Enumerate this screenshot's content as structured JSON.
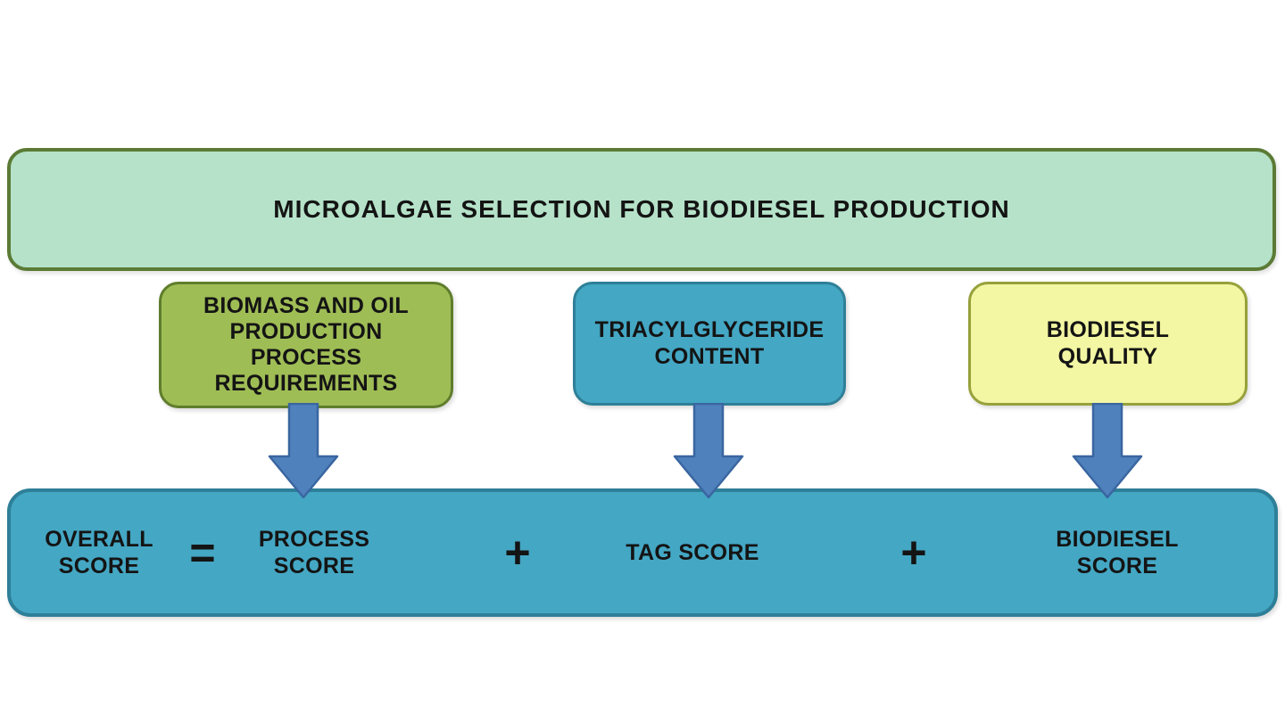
{
  "title": {
    "label": "MICROALGAE SELECTION FOR BIODIESEL PRODUCTION"
  },
  "criteria": [
    {
      "id": "biomass-and-oil",
      "lines": [
        "BIOMASS AND OIL",
        "PRODUCTION",
        "PROCESS",
        "REQUIREMENTS"
      ]
    },
    {
      "id": "triacylglyceride",
      "lines": [
        "TRIACYLGLYCERIDE",
        "CONTENT"
      ]
    },
    {
      "id": "biodiesel-quality",
      "lines": [
        "BIODIESEL",
        "QUALITY"
      ]
    }
  ],
  "equation": {
    "result_lines": [
      "OVERALL",
      "SCORE"
    ],
    "equals_sign": "=",
    "plus_sign": "+",
    "terms": [
      {
        "lines": [
          "PROCESS",
          "SCORE"
        ]
      },
      {
        "lines": [
          "TAG SCORE"
        ]
      },
      {
        "lines": [
          "BIODIESEL",
          "SCORE"
        ]
      }
    ]
  },
  "colors": {
    "background": "#ffffff",
    "title_fill": "#b5e2c9",
    "title_border": "#5b7b35",
    "biomass_fill": "#9fbd55",
    "biomass_border": "#5f7d2c",
    "teal_fill": "#44a7c4",
    "teal_border": "#2e7f98",
    "yellow_fill": "#f3f6a2",
    "yellow_border": "#97a13b",
    "arrow_fill": "#4f81bd",
    "arrow_border": "#3a66a0",
    "text": "#141414"
  }
}
